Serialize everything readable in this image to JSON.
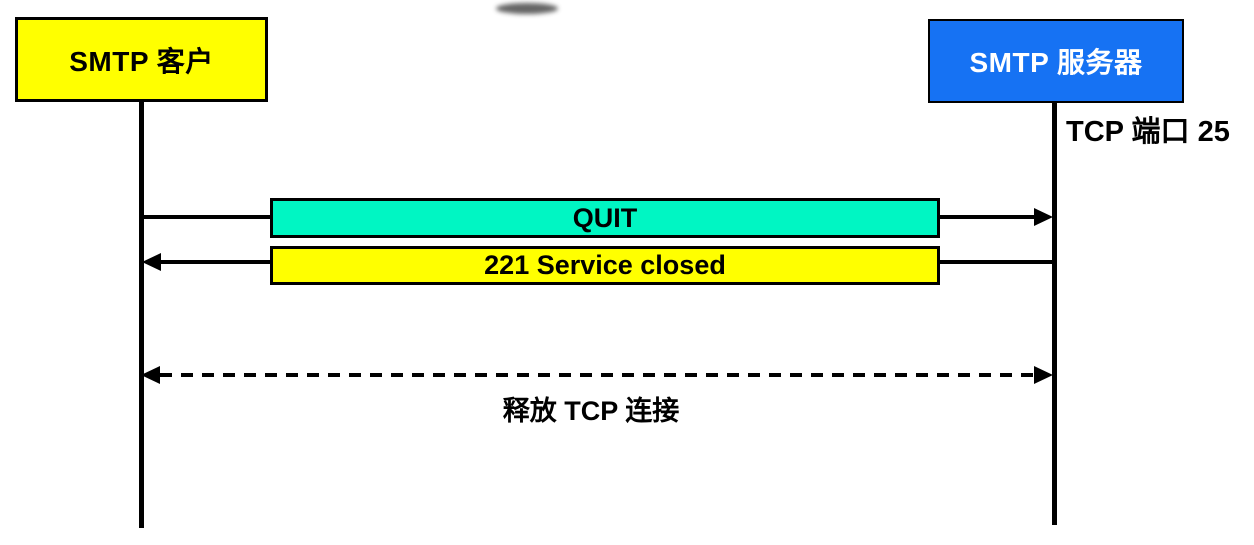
{
  "diagram": {
    "type": "sequence",
    "background": "#ffffff",
    "line_color": "#000000",
    "actors": [
      {
        "id": "client",
        "label": "SMTP 客户",
        "fill": "#ffff00",
        "text_color": "#000000"
      },
      {
        "id": "server",
        "label": "SMTP 服务器",
        "fill": "#1672f3",
        "text_color": "#ffffff"
      }
    ],
    "port_label": "TCP 端口 25",
    "messages": [
      {
        "label": "QUIT",
        "from": "client",
        "to": "server",
        "fill": "#00f6c3",
        "line": "solid"
      },
      {
        "label": "221 Service closed",
        "from": "server",
        "to": "client",
        "fill": "#ffff00",
        "line": "solid"
      }
    ],
    "release": {
      "label": "释放 TCP 连接",
      "line": "dashed",
      "direction": "both"
    }
  }
}
